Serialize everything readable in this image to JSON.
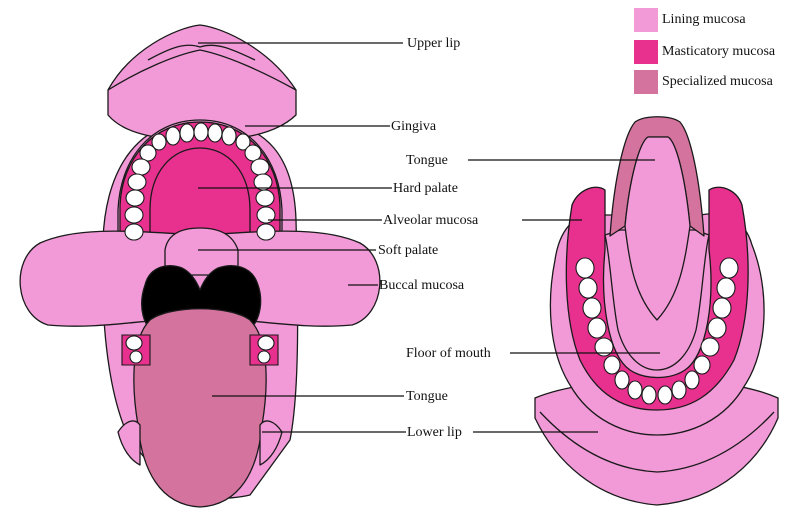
{
  "legend": [
    {
      "label": "Lining mucosa",
      "color": "#f29ad8"
    },
    {
      "label": "Masticatory mucosa",
      "color": "#e8308f"
    },
    {
      "label": "Specialized mucosa",
      "color": "#d5739f"
    }
  ],
  "colors": {
    "black": "#000000",
    "teeth": "#ffffff",
    "outline": "#1a1a1a"
  },
  "labels": {
    "upper_lip": "Upper lip",
    "gingiva": "Gingiva",
    "tongue_right": "Tongue",
    "hard_palate": "Hard palate",
    "alveolar_mucosa": "Alveolar mucosa",
    "soft_palate": "Soft palate",
    "buccal_mucosa": "Buccal mucosa",
    "floor_of_mouth": "Floor of mouth",
    "tongue_left": "Tongue",
    "lower_lip": "Lower lip"
  }
}
